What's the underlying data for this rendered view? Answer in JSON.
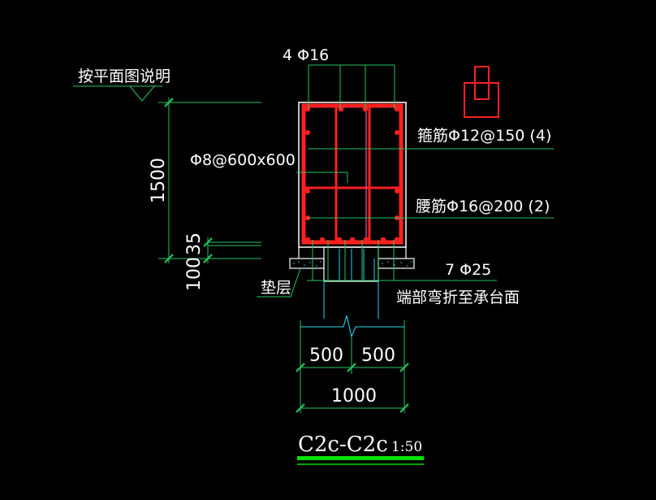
{
  "labels": {
    "top_bars": "4 Φ16",
    "note_plan": "按平面图说明",
    "stirrup": "箍筋Φ12@150 (4)",
    "tie": "Φ8@600x600",
    "waist": "腰筋Φ16@200 (2)",
    "pad": "垫层",
    "bottom_bars": "7 Φ25",
    "bend_note": "端部弯折至承台面"
  },
  "dimensions": {
    "height": "1500",
    "d35": "35",
    "d100": "100",
    "left_half": "500",
    "right_half": "500",
    "total": "1000"
  },
  "title": {
    "section": "C2c-C2c",
    "scale": "1:50"
  },
  "colors": {
    "background": "#000000",
    "leader": "#22c55e",
    "rebar": "#ff2020",
    "concrete": "#ffffff",
    "cyan": "#22d3ee",
    "title_underline": "#00e000"
  }
}
